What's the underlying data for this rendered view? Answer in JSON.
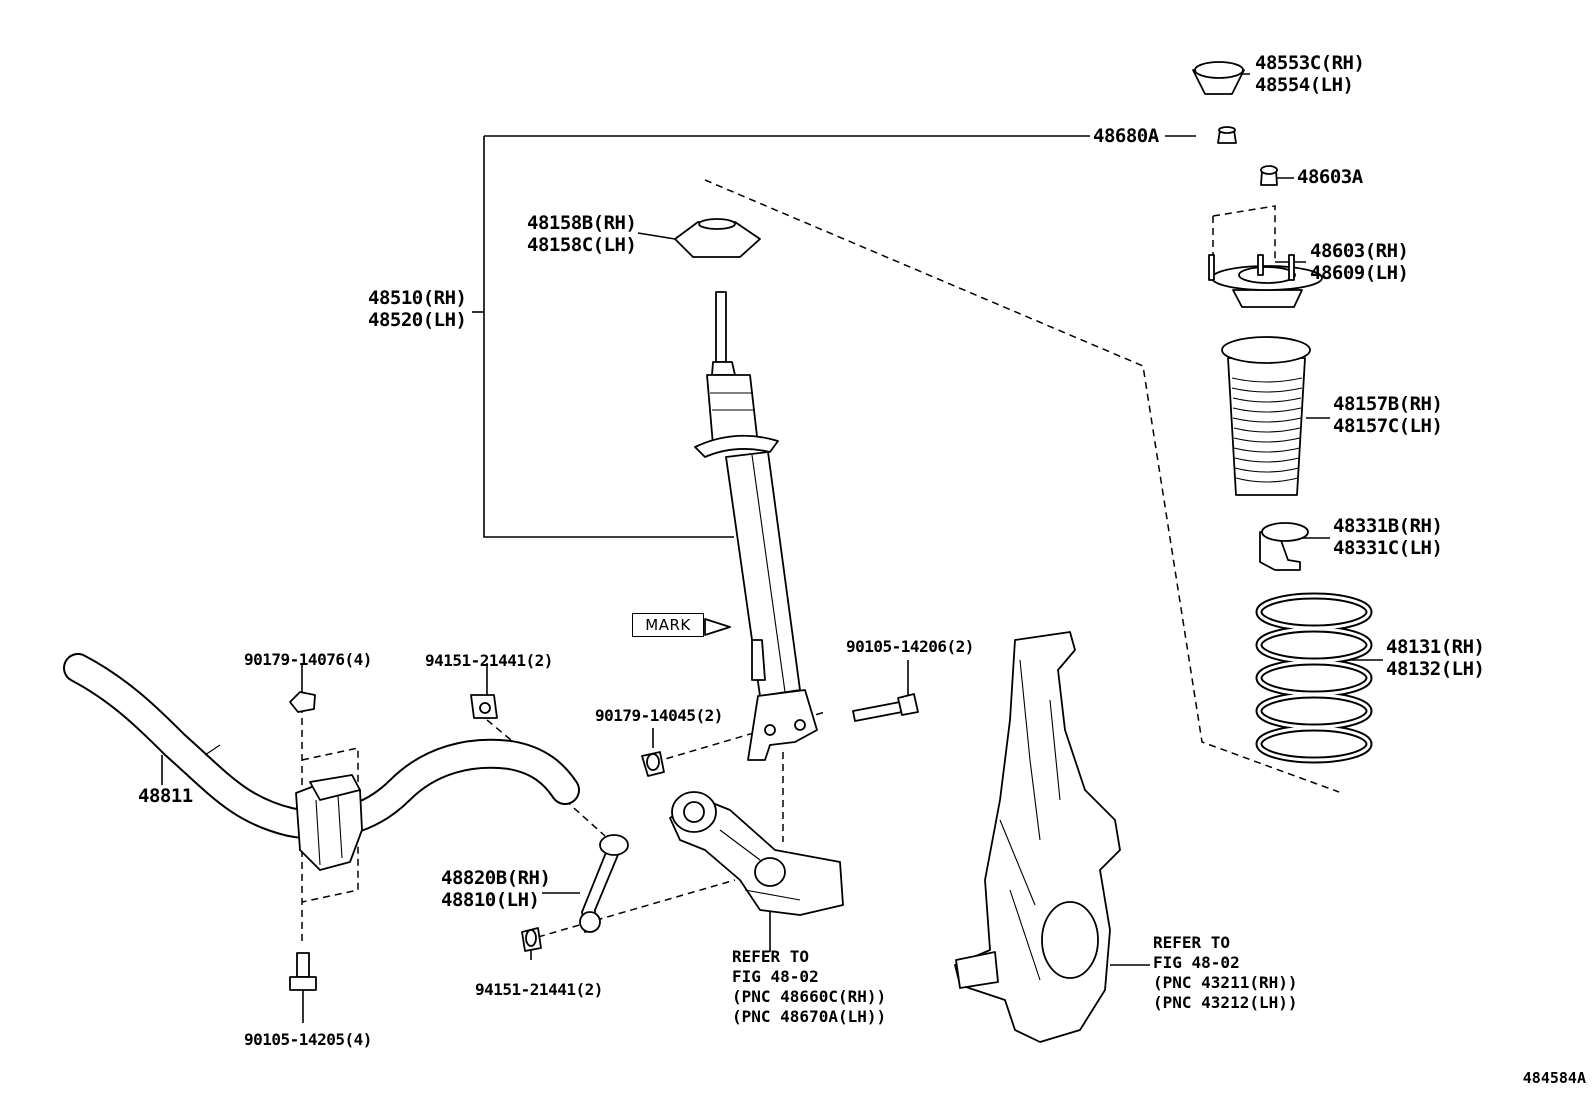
{
  "figure_id": "484584A",
  "mark_label": "MARK",
  "callouts": {
    "p48553": [
      "48553C(RH)",
      "48554(LH)"
    ],
    "p48680A": "48680A",
    "p48603A": "48603A",
    "p48158": [
      "48158B(RH)",
      "48158C(LH)"
    ],
    "p48603": [
      "48603(RH)",
      "48609(LH)"
    ],
    "p48510": [
      "48510(RH)",
      "48520(LH)"
    ],
    "p48157": [
      "48157B(RH)",
      "48157C(LH)"
    ],
    "p48331": [
      "48331B(RH)",
      "48331C(LH)"
    ],
    "p48131": [
      "48131(RH)",
      "48132(LH)"
    ],
    "p90105_14206": "90105-14206(2)",
    "p90179_14076": "90179-14076(4)",
    "p94151_top": "94151-21441(2)",
    "p90179_14045": "90179-14045(2)",
    "p48811": "48811",
    "p48820": [
      "48820B(RH)",
      "48810(LH)"
    ],
    "p94151_bottom": "94151-21441(2)",
    "p90105_14205": "90105-14205(4)"
  },
  "notes": {
    "lower_arm": [
      "REFER TO",
      "FIG 48-02",
      "(PNC 48660C(RH))",
      "(PNC 48670A(LH))"
    ],
    "knuckle": [
      "REFER TO",
      "FIG 48-02",
      "(PNC 43211(RH))",
      "(PNC 43212(LH))"
    ]
  },
  "icons": [
    "strut-assembly-icon",
    "coil-spring-icon",
    "bellows-boot-icon",
    "stabilizer-bar-icon",
    "steering-knuckle-icon",
    "lower-arm-icon",
    "bolt-icon",
    "nut-icon"
  ]
}
